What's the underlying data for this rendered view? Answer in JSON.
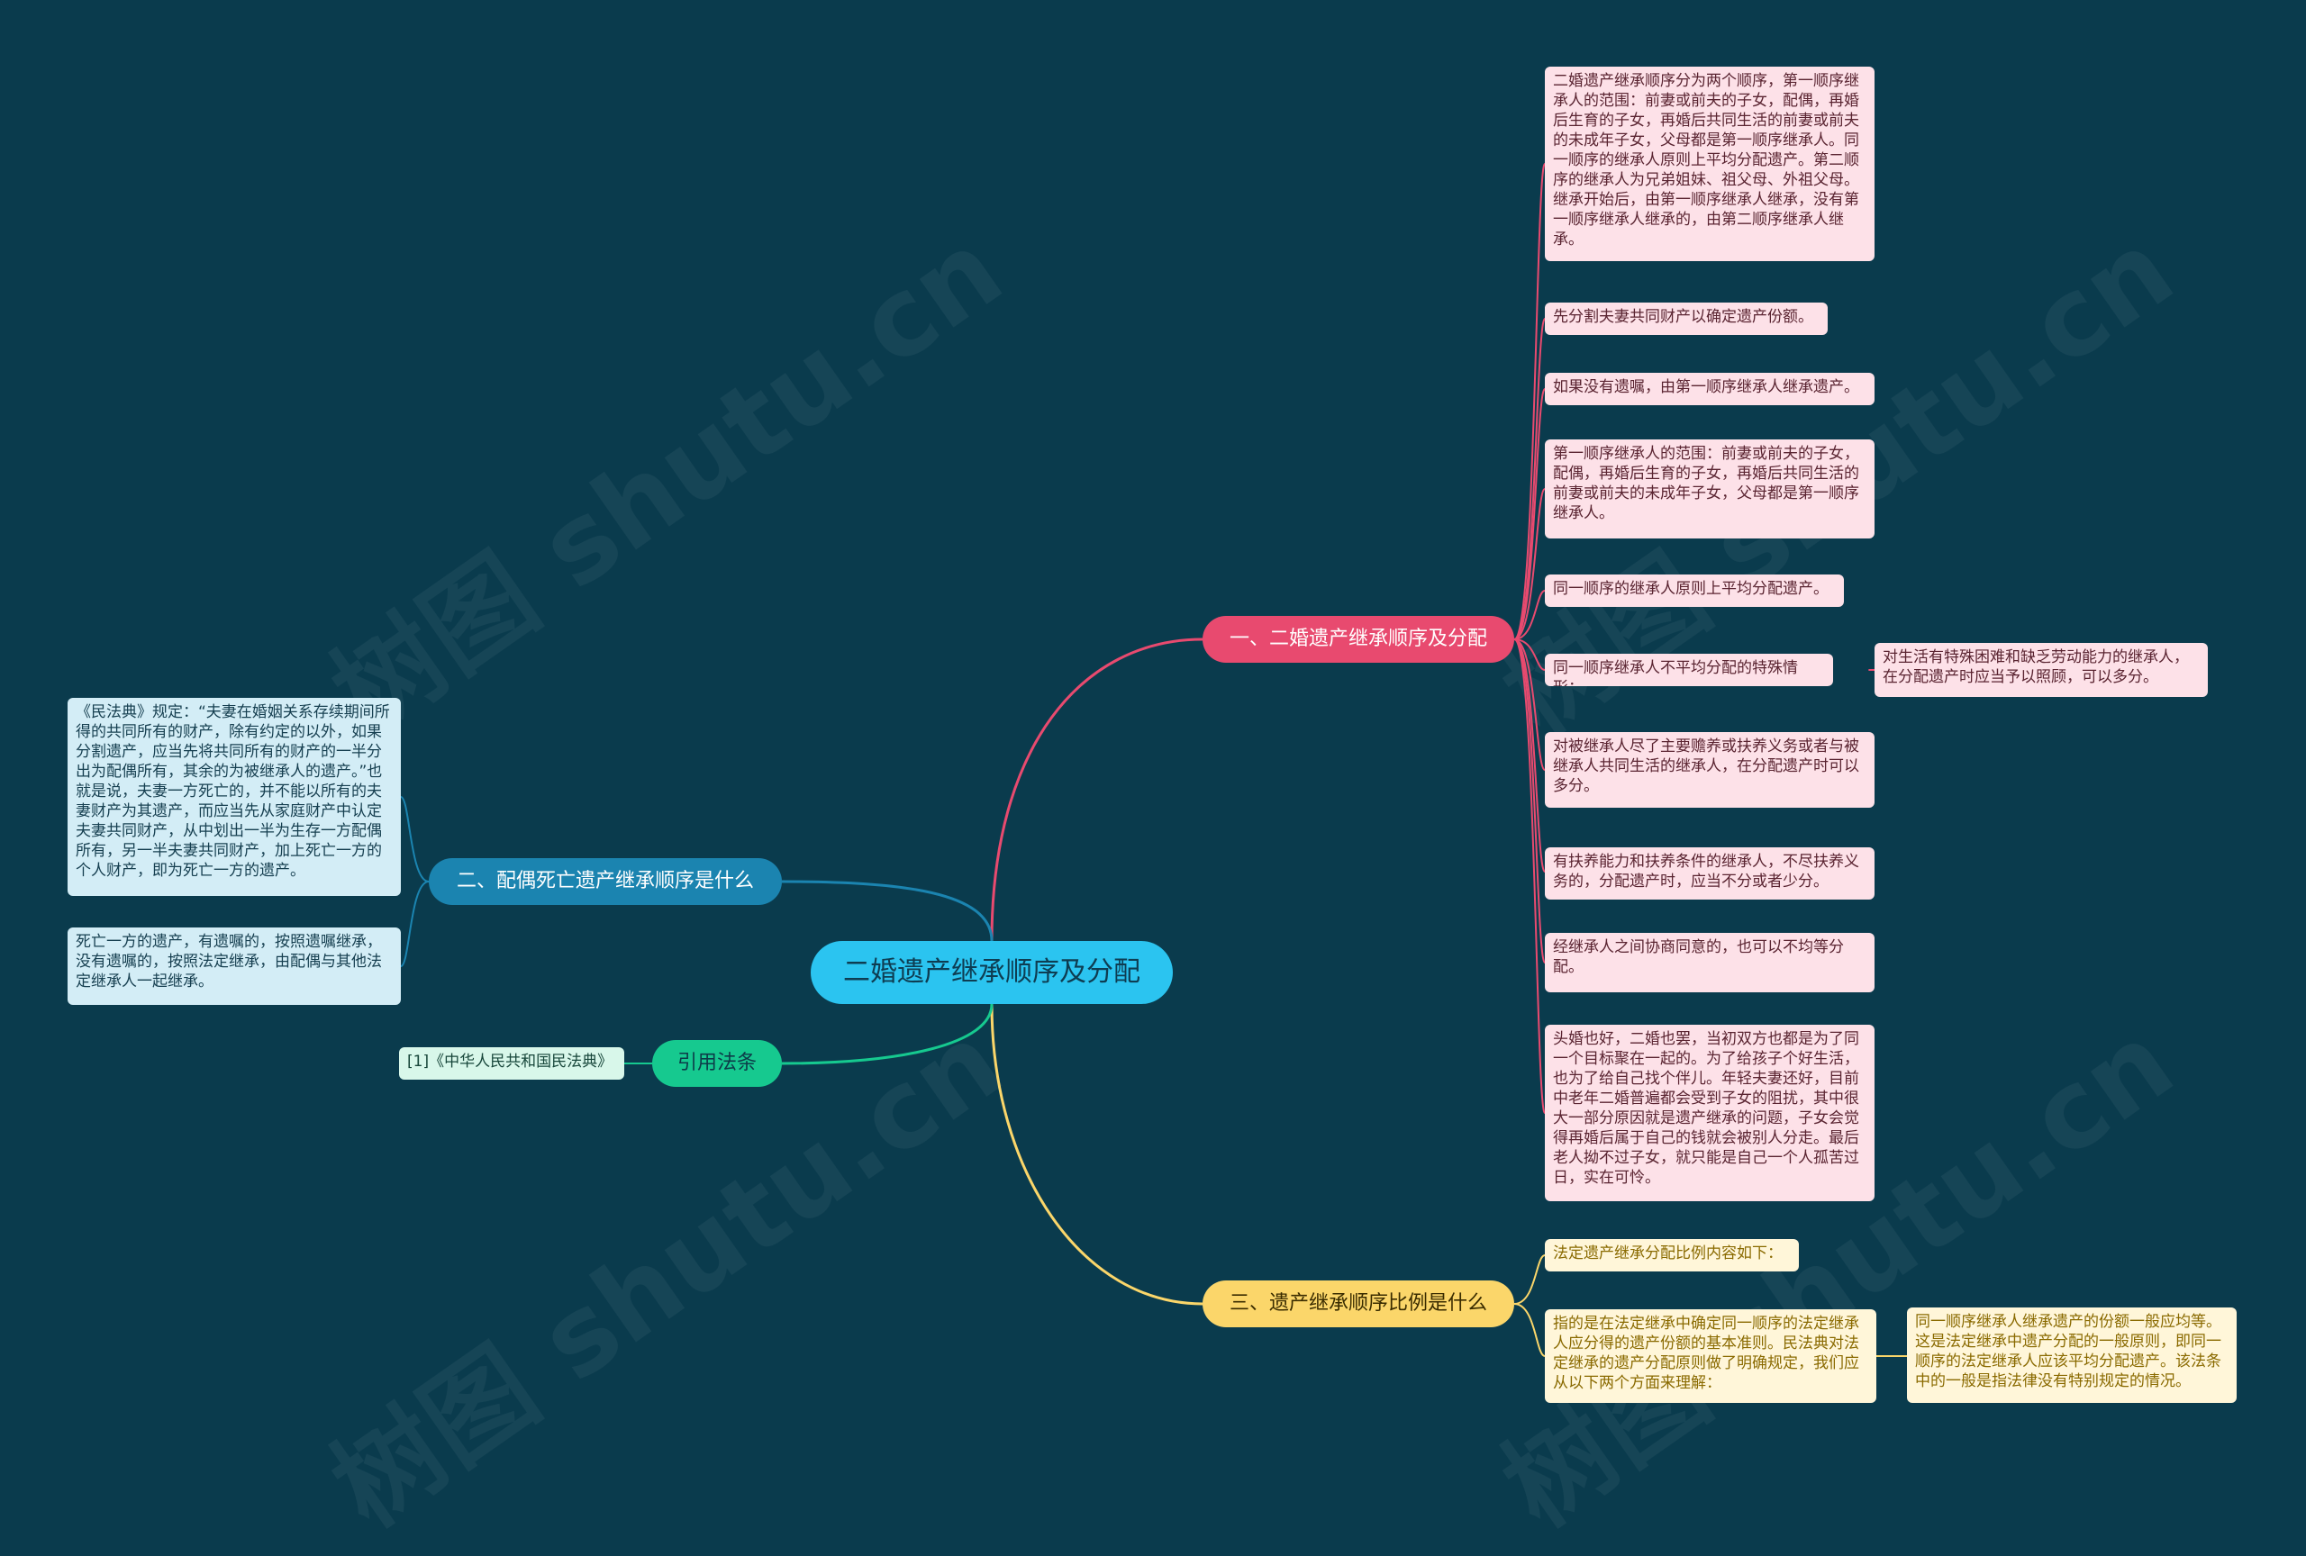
{
  "root": {
    "title": "二婚遗产继承顺序及分配"
  },
  "branches": {
    "b1": "一、二婚遗产继承顺序及分配",
    "b2": "二、配偶死亡遗产继承顺序是什么",
    "b3": "引用法条",
    "b4": "三、遗产继承顺序比例是什么"
  },
  "b1_leaves": [
    "二婚遗产继承顺序分为两个顺序，第一顺序继承人的范围：前妻或前夫的子女，配偶，再婚后生育的子女，再婚后共同生活的前妻或前夫的未成年子女，父母都是第一顺序继承人。同一顺序的继承人原则上平均分配遗产。第二顺序的继承人为兄弟姐妹、祖父母、外祖父母。继承开始后，由第一顺序继承人继承，没有第一顺序继承人继承的，由第二顺序继承人继承。",
    "先分割夫妻共同财产以确定遗产份额。",
    "如果没有遗嘱，由第一顺序继承人继承遗产。",
    "第一顺序继承人的范围：前妻或前夫的子女，配偶，再婚后生育的子女，再婚后共同生活的前妻或前夫的未成年子女，父母都是第一顺序继承人。",
    "同一顺序的继承人原则上平均分配遗产。",
    "同一顺序继承人不平均分配的特殊情形：",
    "对被继承人尽了主要赡养或扶养义务或者与被继承人共同生活的继承人，在分配遗产时可以多分。",
    "有扶养能力和扶养条件的继承人，不尽扶养义务的，分配遗产时，应当不分或者少分。",
    "经继承人之间协商同意的，也可以不均等分配。",
    "头婚也好，二婚也罢，当初双方也都是为了同一个目标聚在一起的。为了给孩子个好生活，也为了给自己找个伴儿。年轻夫妻还好，目前中老年二婚普遍都会受到子女的阻扰，其中很大一部分原因就是遗产继承的问题，子女会觉得再婚后属于自己的钱就会被别人分走。最后老人拗不过子女，就只能是自己一个人孤苦过日，实在可怜。"
  ],
  "b1_sub": "对生活有特殊困难和缺乏劳动能力的继承人，在分配遗产时应当予以照顾，可以多分。",
  "b2_leaves": [
    "《民法典》规定：“夫妻在婚姻关系存续期间所得的共同所有的财产，除有约定的以外，如果分割遗产，应当先将共同所有的财产的一半分出为配偶所有，其余的为被继承人的遗产。”也就是说，夫妻一方死亡的，并不能以所有的夫妻财产为其遗产，而应当先从家庭财产中认定夫妻共同财产，从中划出一半为生存一方配偶所有，另一半夫妻共同财产，加上死亡一方的个人财产，即为死亡一方的遗产。",
    "死亡一方的遗产，有遗嘱的，按照遗嘱继承，没有遗嘱的，按照法定继承，由配偶与其他法定继承人一起继承。"
  ],
  "b3_leaves": [
    "[1]《中华人民共和国民法典》"
  ],
  "b4_leaves": [
    "法定遗产继承分配比例内容如下：",
    "指的是在法定继承中确定同一顺序的法定继承人应分得的遗产份额的基本准则。民法典对法定继承的遗产分配原则做了明确规定，我们应从以下两个方面来理解："
  ],
  "b4_sub": "同一顺序继承人继承遗产的份额一般应均等。这是法定继承中遗产分配的一般原则，即同一顺序的法定继承人应该平均分配遗产。该法条中的一般是指法律没有特别规定的情况。",
  "watermark": "树图 shutu.cn",
  "colors": {
    "background": "#0a3b4d",
    "center": "#2bc4f0",
    "b1": "#e84a6f",
    "b2": "#1b84b0",
    "b3": "#16c98f",
    "b4": "#fbd66a"
  }
}
